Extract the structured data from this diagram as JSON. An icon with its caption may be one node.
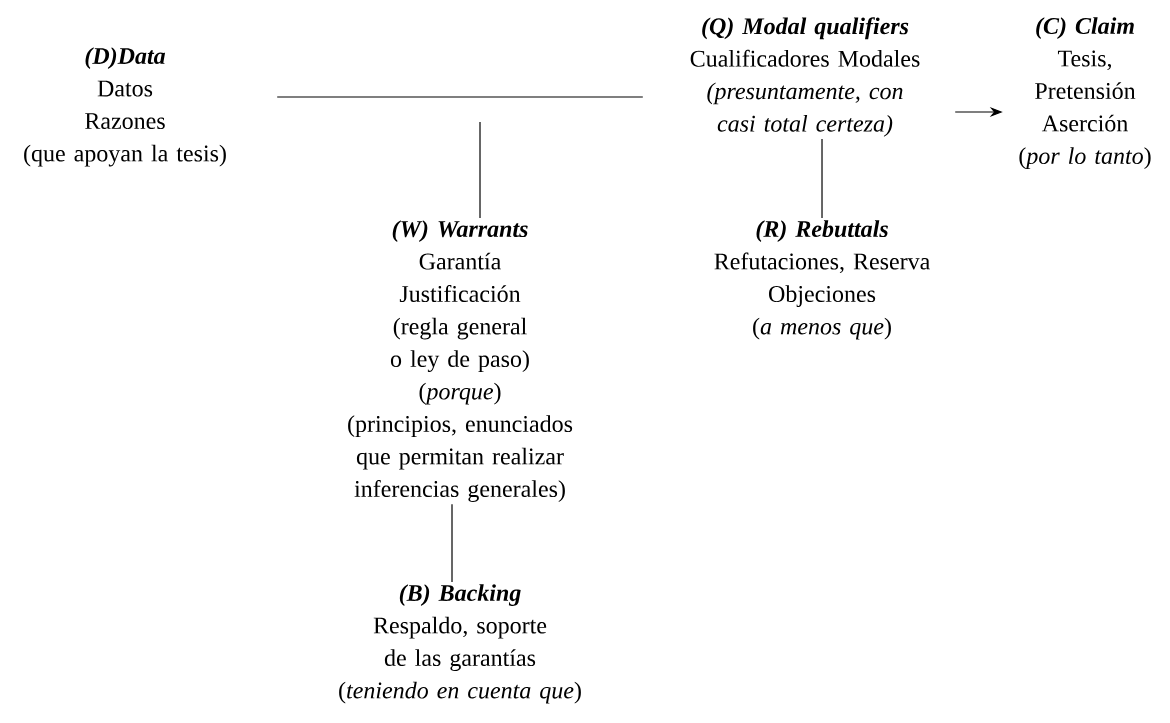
{
  "diagram": {
    "nodes": [
      {
        "text": [
          "(D)Data",
          "Datos",
          "Razones",
          "(que apoyan la tesis)"
        ]
      },
      {
        "text": [
          "(Q) Modal qualifiers",
          "Cualificadores Modales",
          "(presuntamente, con casi total certeza)"
        ]
      },
      {
        "text": [
          "(C) Claim",
          "Tesis,",
          "Pretensión",
          "Aserción",
          "(*por lo tanto*)"
        ]
      },
      {
        "text": [
          "(W) Warrants",
          "Garantía",
          "Justificación",
          "(regla general o ley de paso)",
          "(*porque*)",
          "(principios, enunciados que permitan realizar inferencias generales)"
        ]
      },
      {
        "text": [
          "(R) Rebuttals",
          "Refutaciones, Reserva",
          "Objeciones",
          "(*a menos que*)"
        ]
      },
      {
        "text": [
          "(B) Backing",
          "Respaldo, soporte de las garantías",
          "(*teniendo en cuenta que*)"
        ]
      }
    ],
    "edges": [
      {
        "from": 0,
        "to": 1,
        "arrow": "none"
      },
      {
        "from": 1,
        "to": 2,
        "arrow": "to"
      },
      {
        "from": 3,
        "to": null,
        "arrow": "none"
      },
      {
        "from": 1,
        "to": 4,
        "arrow": "none"
      },
      {
        "from": 3,
        "to": 5,
        "arrow": "none"
      }
    ]
  }
}
